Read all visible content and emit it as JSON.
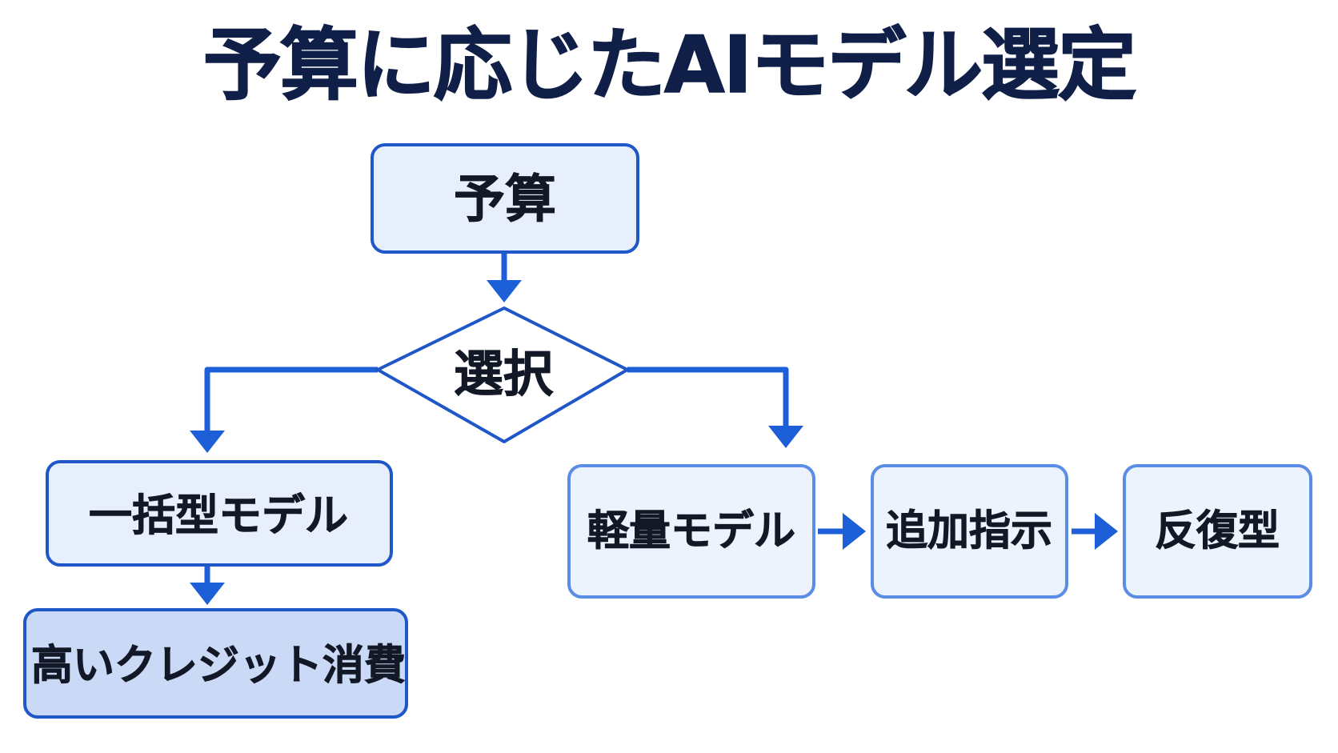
{
  "title": "予算に応じたAIモデル選定",
  "nodes": {
    "budget": "予算",
    "choice": "選択",
    "bulk_model": "一括型モデル",
    "high_credit": "高いクレジット消費",
    "light_model": "軽量モデル",
    "additional_instructions": "追加指示",
    "iterative": "反復型"
  },
  "colors": {
    "accent": "#1c5fd6",
    "box_fill": "#e8effc",
    "box_fill_dark": "#c9d9f6",
    "box_border": "#1f56c8",
    "box_border_light": "#5b8de6",
    "title_text": "#0f1f47",
    "node_text": "#121826"
  }
}
